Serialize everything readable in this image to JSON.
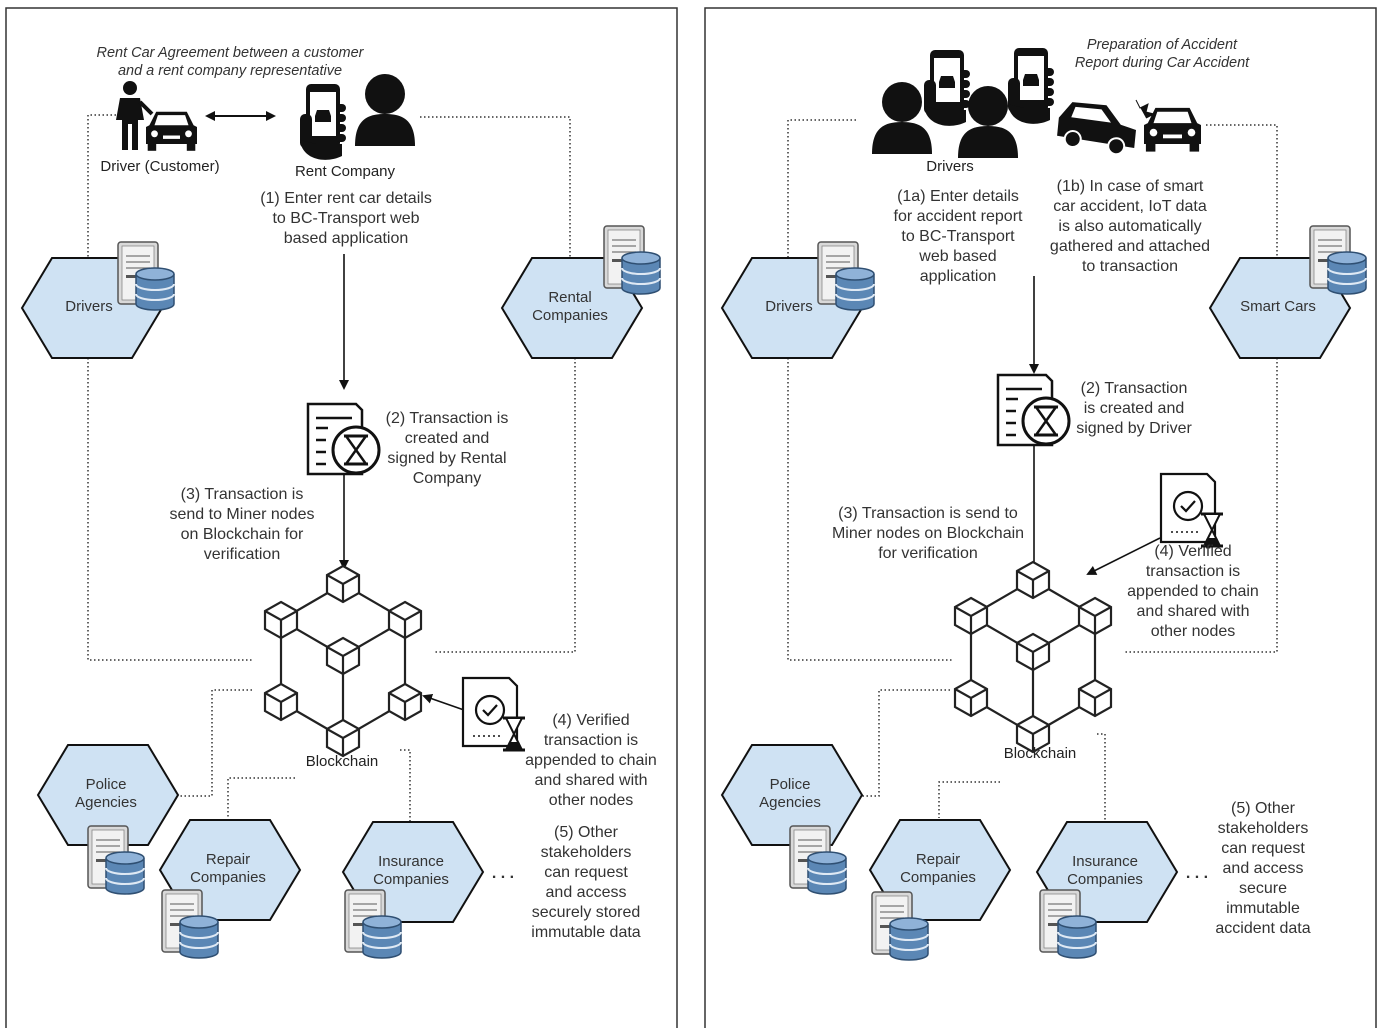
{
  "left_panel": {
    "caption": "Rent Car Agreement between a customer\nand a rent company representative",
    "driver_label": "Driver (Customer)",
    "company_label": "Rent Company",
    "step1": "(1) Enter rent car details\nto BC-Transport web\nbased application",
    "step2": "(2) Transaction is\ncreated and\nsigned by Rental\nCompany",
    "step3": "(3) Transaction is\nsend to Miner nodes\non Blockchain  for\nverification",
    "step4": "(4) Verified\ntransaction is\nappended to chain\nand shared with\nother nodes",
    "step5": "(5) Other\nstakeholders\ncan request\nand access\nsecurely stored\nimmutable data",
    "blockchain_label": "Blockchain",
    "ellipsis": ". . .",
    "nodes": {
      "drivers": "Drivers",
      "rental": "Rental\nCompanies",
      "police": "Police\nAgencies",
      "repair": "Repair\nCompanies",
      "insurance": "Insurance\nCompanies"
    }
  },
  "right_panel": {
    "caption": "Preparation of Accident\nReport during Car Accident",
    "drivers_label": "Drivers",
    "step1a": "(1a) Enter details\nfor accident report\nto BC-Transport\nweb based\napplication",
    "step1b": "(1b) In case of smart\ncar accident, IoT data\nis also automatically\ngathered and attached\nto transaction",
    "step2": "(2) Transaction\nis created and\nsigned by Driver",
    "step3": "(3) Transaction is send to\nMiner nodes on Blockchain\nfor verification",
    "step4": "(4) Verified\ntransaction is\nappended to chain\nand shared with\nother nodes",
    "step5": "(5) Other\nstakeholders\ncan request\nand access\nsecure\nimmutable\naccident data",
    "blockchain_label": "Blockchain",
    "ellipsis": ". . .",
    "nodes": {
      "drivers": "Drivers",
      "smart_cars": "Smart Cars",
      "police": "Police\nAgencies",
      "repair": "Repair\nCompanies",
      "insurance": "Insurance\nCompanies"
    }
  },
  "colors": {
    "hex_fill": "#cfe2f3",
    "stroke": "#111111",
    "db_blue": "#5b87b5",
    "server_gray": "#d9d9d9"
  }
}
